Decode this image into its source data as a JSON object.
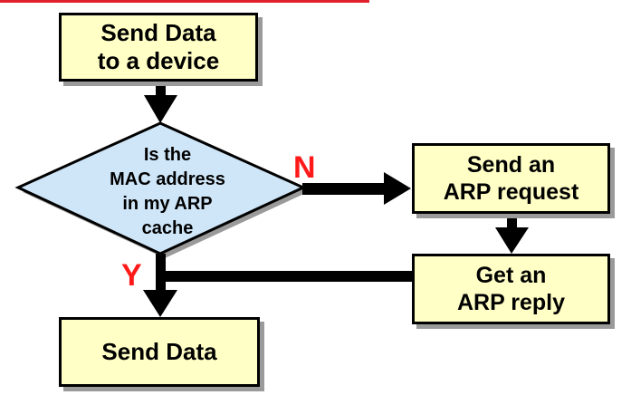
{
  "diagram": {
    "nodes": {
      "start": "Send Data\nto a device",
      "decision": "Is the\nMAC address\nin my ARP\ncache",
      "request": "Send an\nARP request",
      "reply": "Get an\nARP reply",
      "end": "Send Data"
    },
    "edges": {
      "no": "N",
      "yes": "Y"
    },
    "colors": {
      "box_fill": "#ffffc6",
      "decision_fill": "#cfe6f8",
      "label": "#ff1a1a",
      "top_rule": "#e0202a",
      "shadow": "#9a9a9a"
    }
  }
}
